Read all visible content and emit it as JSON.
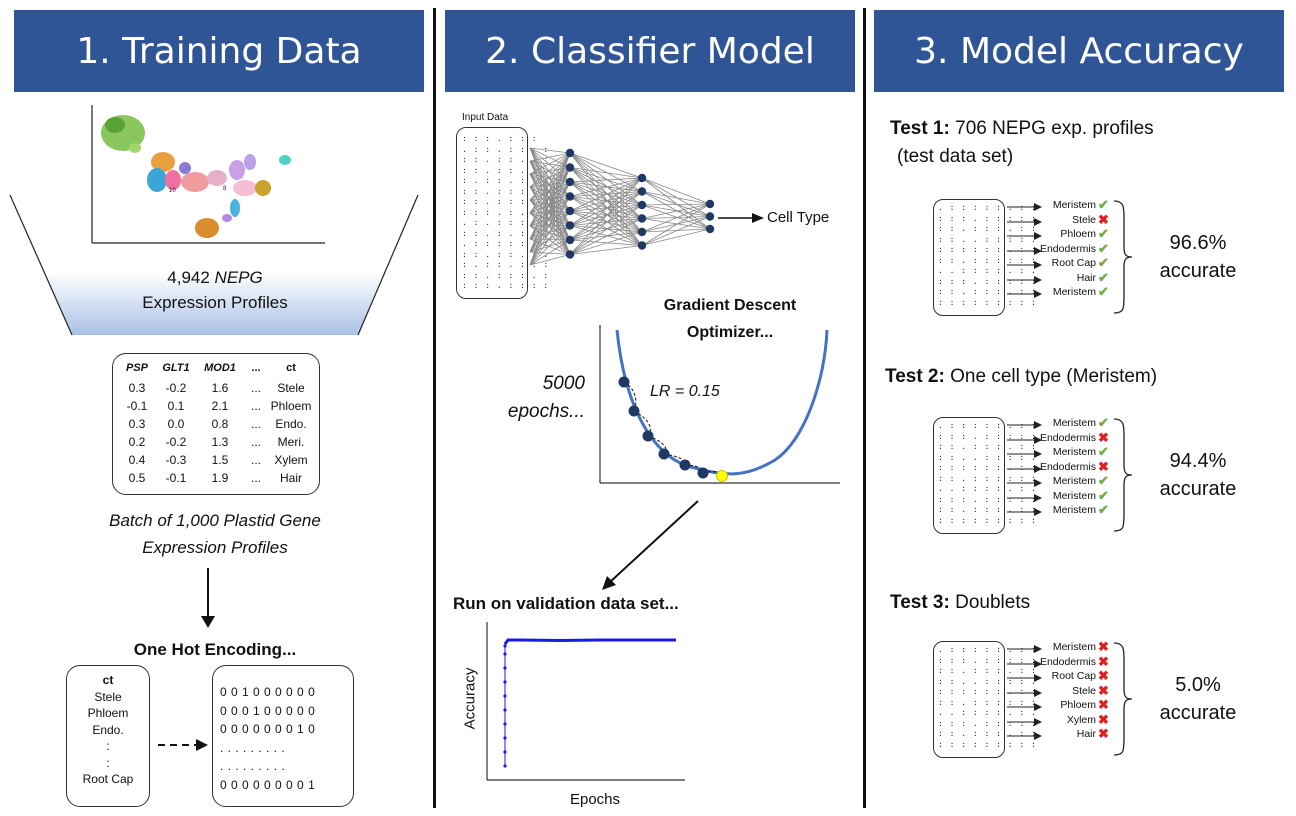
{
  "panels": {
    "training": {
      "title": "1. Training Data"
    },
    "classifier": {
      "title": "2. Classifier Model"
    },
    "accuracy": {
      "title": "3. Model Accuracy"
    }
  },
  "training": {
    "umap_cluster_labels": [
      "10",
      "8"
    ],
    "profiles_count": "4,942",
    "profiles_italic": "NEPG",
    "profiles_line2": "Expression  Profiles",
    "table": {
      "headers": [
        "PSP",
        "GLT1",
        "MOD1",
        "...",
        "ct"
      ],
      "rows": [
        [
          "0.3",
          "-0.2",
          "1.6",
          "...",
          "Stele"
        ],
        [
          "-0.1",
          "0.1",
          "2.1",
          "...",
          "Phloem"
        ],
        [
          "0.3",
          "0.0",
          "0.8",
          "...",
          "Endo."
        ],
        [
          "0.2",
          "-0.2",
          "1.3",
          "...",
          "Meri."
        ],
        [
          "0.4",
          "-0.3",
          "1.5",
          "...",
          "Xylem"
        ],
        [
          "0.5",
          "-0.1",
          "1.9",
          "...",
          "Hair"
        ]
      ]
    },
    "batch_caption_1": "Batch of 1,000 Plastid Gene",
    "batch_caption_2": "Expression Profiles",
    "one_hot_title": "One Hot Encoding...",
    "ct_header": "ct",
    "ct_list": [
      "Stele",
      "Phloem",
      "Endo.",
      ":",
      ":",
      "Root Cap"
    ],
    "one_hot_rows": [
      "0 0 1 0 0 0 0 0 0",
      "0 0 0 1 0 0 0 0 0",
      "0 0 0 0 0 0 0 1 0",
      ". . . . . . . . .",
      ". . . . . . . . .",
      "0 0 0 0 0 0 0 0 1"
    ]
  },
  "classifier": {
    "input_label": "Input Data",
    "output_label": "Cell Type",
    "layers": [
      8,
      6,
      3
    ],
    "gd_title_1": "Gradient Descent",
    "gd_title_2": "Optimizer...",
    "epochs_1": "5000",
    "epochs_2": "epochs...",
    "lr_label": "LR = 0.15",
    "validation_title": "Run on validation data set...",
    "y_axis_label": "Accuracy",
    "x_axis_label": "Epochs"
  },
  "accuracy": {
    "tests": [
      {
        "title_bold": "Test 1:",
        "title_rest": "706 NEPG exp. profiles",
        "subtitle": "(test data set)",
        "predictions": [
          {
            "label": "Meristem",
            "correct": true
          },
          {
            "label": "Stele",
            "correct": false
          },
          {
            "label": "Phloem",
            "correct": true
          },
          {
            "label": "Endodermis",
            "correct": true
          },
          {
            "label": "Root Cap",
            "correct": true
          },
          {
            "label": "Hair",
            "correct": true
          },
          {
            "label": "Meristem",
            "correct": true
          }
        ],
        "accuracy_value": "96.6%",
        "accuracy_word": "accurate"
      },
      {
        "title_bold": "Test 2:",
        "title_rest": "One cell type (Meristem)",
        "subtitle": "",
        "predictions": [
          {
            "label": "Meristem",
            "correct": true
          },
          {
            "label": "Endodermis",
            "correct": false
          },
          {
            "label": "Meristem",
            "correct": true
          },
          {
            "label": "Endodermis",
            "correct": false
          },
          {
            "label": "Meristem",
            "correct": true
          },
          {
            "label": "Meristem",
            "correct": true
          },
          {
            "label": "Meristem",
            "correct": true
          }
        ],
        "accuracy_value": "94.4%",
        "accuracy_word": "accurate"
      },
      {
        "title_bold": "Test 3:",
        "title_rest": "Doublets",
        "subtitle": "",
        "predictions": [
          {
            "label": "Meristem",
            "correct": false
          },
          {
            "label": "Endodermis",
            "correct": false
          },
          {
            "label": "Root Cap",
            "correct": false
          },
          {
            "label": "Stele",
            "correct": false
          },
          {
            "label": "Phloem",
            "correct": false
          },
          {
            "label": "Xylem",
            "correct": false
          },
          {
            "label": "Hair",
            "correct": false
          }
        ],
        "accuracy_value": "5.0%",
        "accuracy_word": "accurate"
      }
    ]
  },
  "colors": {
    "banner": "#2f5597",
    "curve": "#4472c4",
    "check": "#70ad47",
    "cross": "#e02020",
    "minimum": "#ffff00"
  }
}
